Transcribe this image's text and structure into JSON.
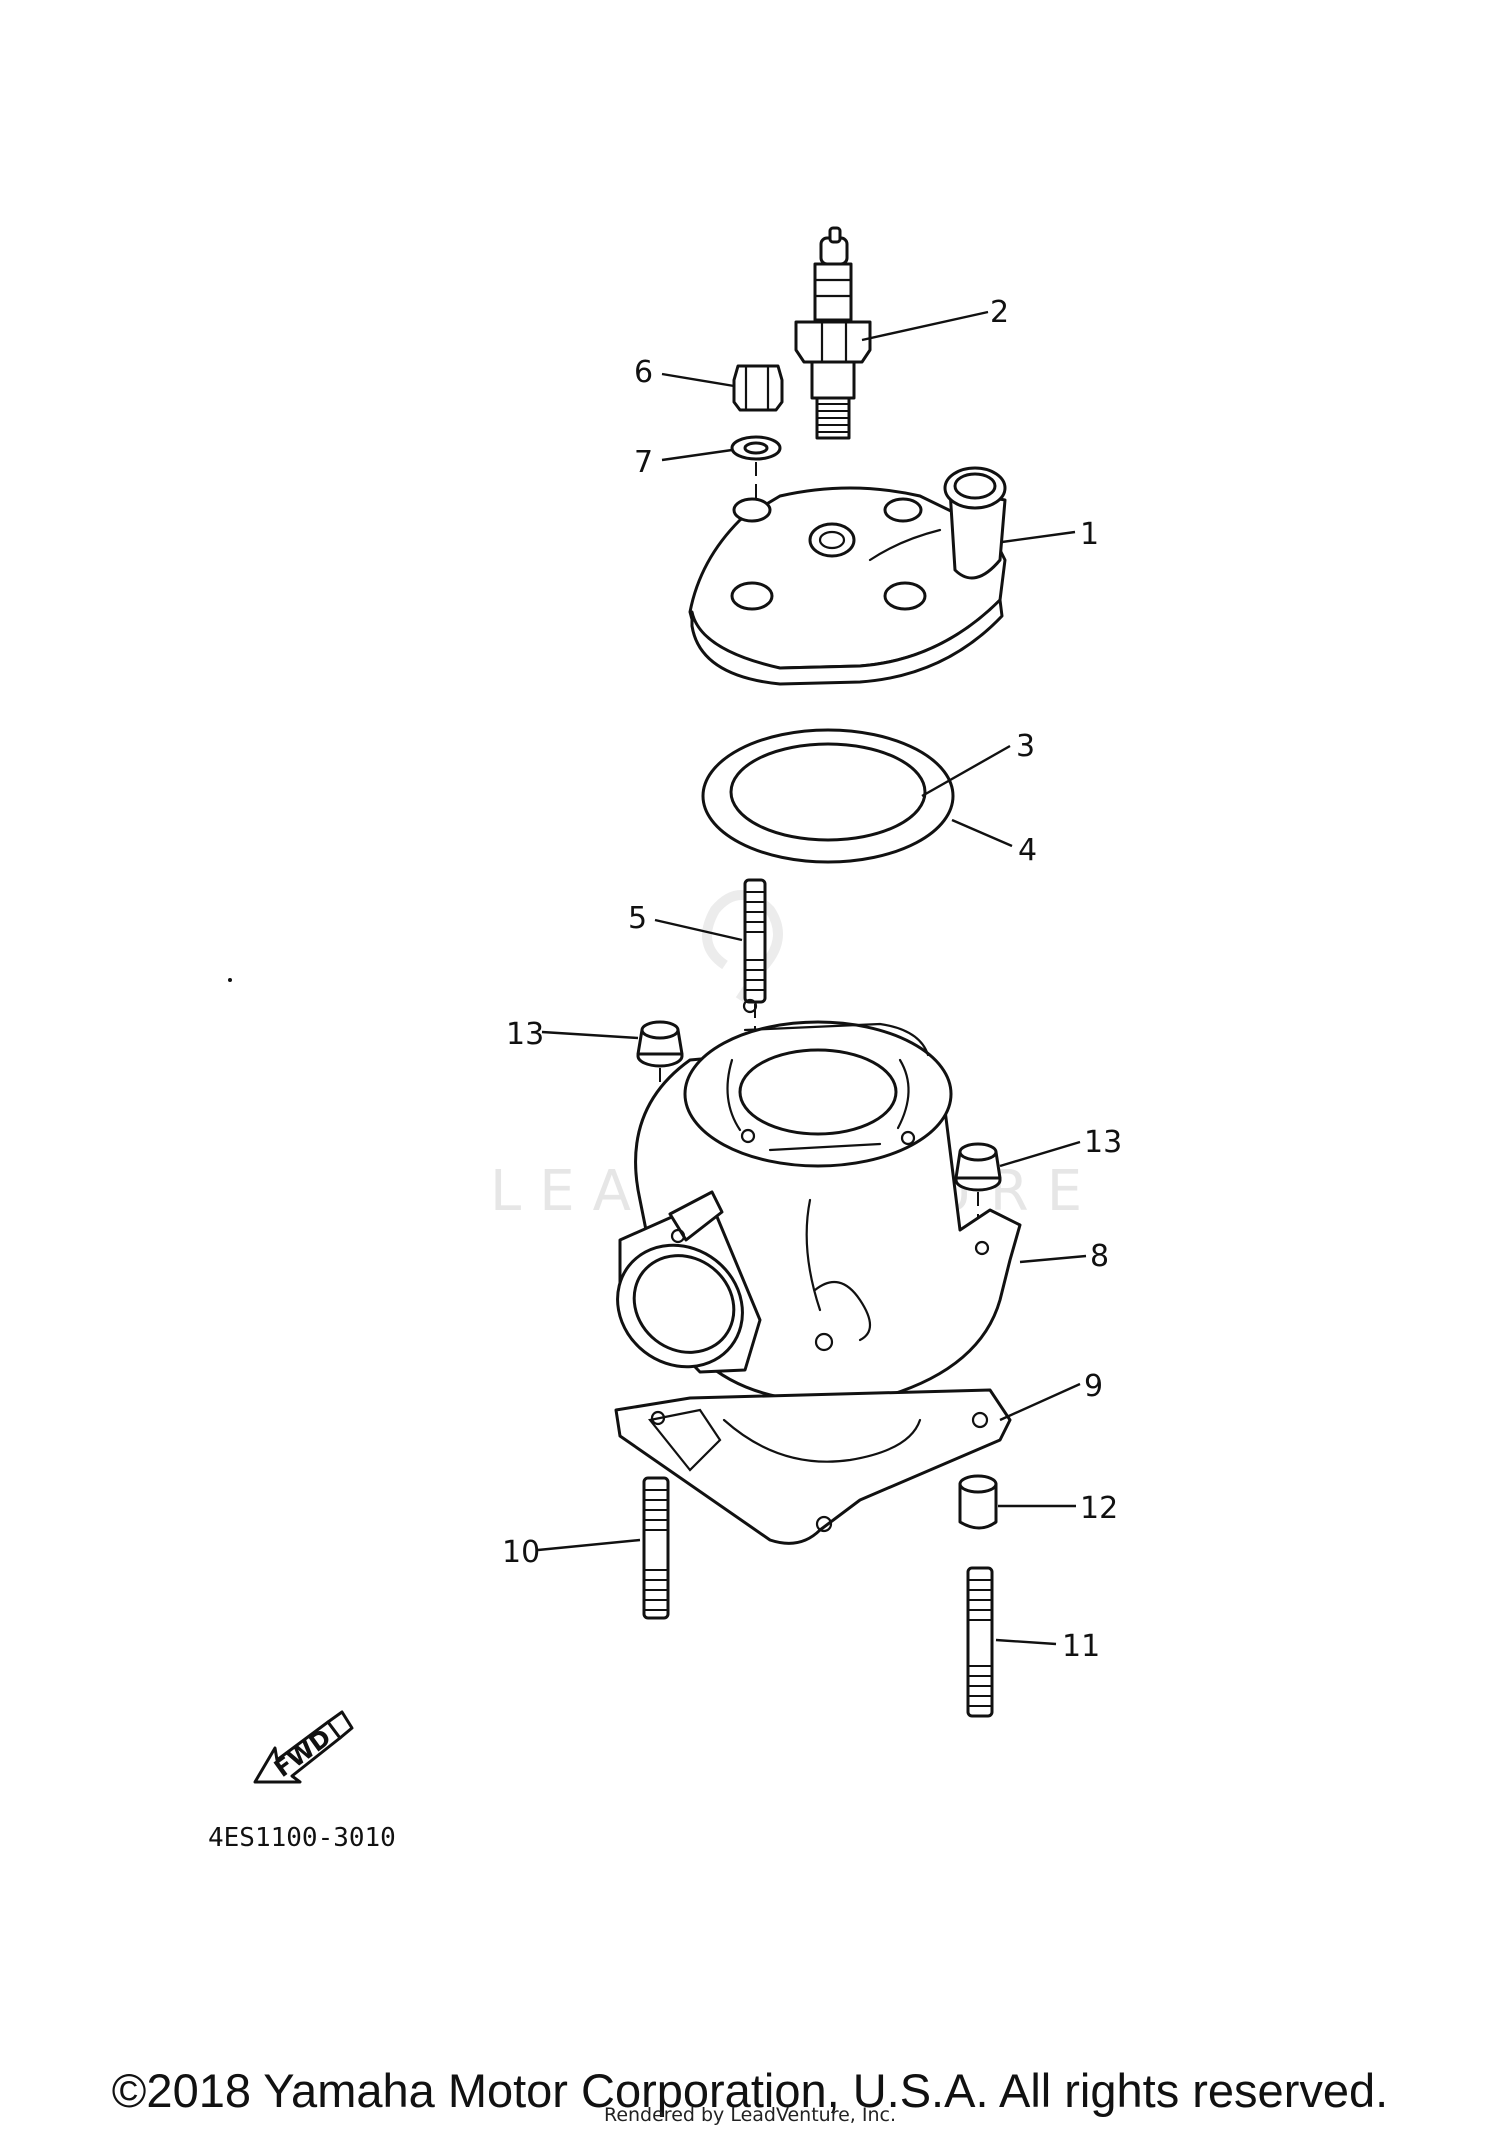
{
  "diagram": {
    "callouts": [
      "1",
      "2",
      "3",
      "4",
      "5",
      "6",
      "7",
      "8",
      "9",
      "10",
      "11",
      "12",
      "13",
      "13"
    ],
    "diagram_code": "4ES1100-3010",
    "direction_label": "FWD",
    "watermark": "LEADVENTURE"
  },
  "footer": {
    "copyright": "©2018 Yamaha Motor Corporation, U.S.A. All rights reserved.",
    "rendered_by": "Rendered by LeadVenture, Inc."
  }
}
